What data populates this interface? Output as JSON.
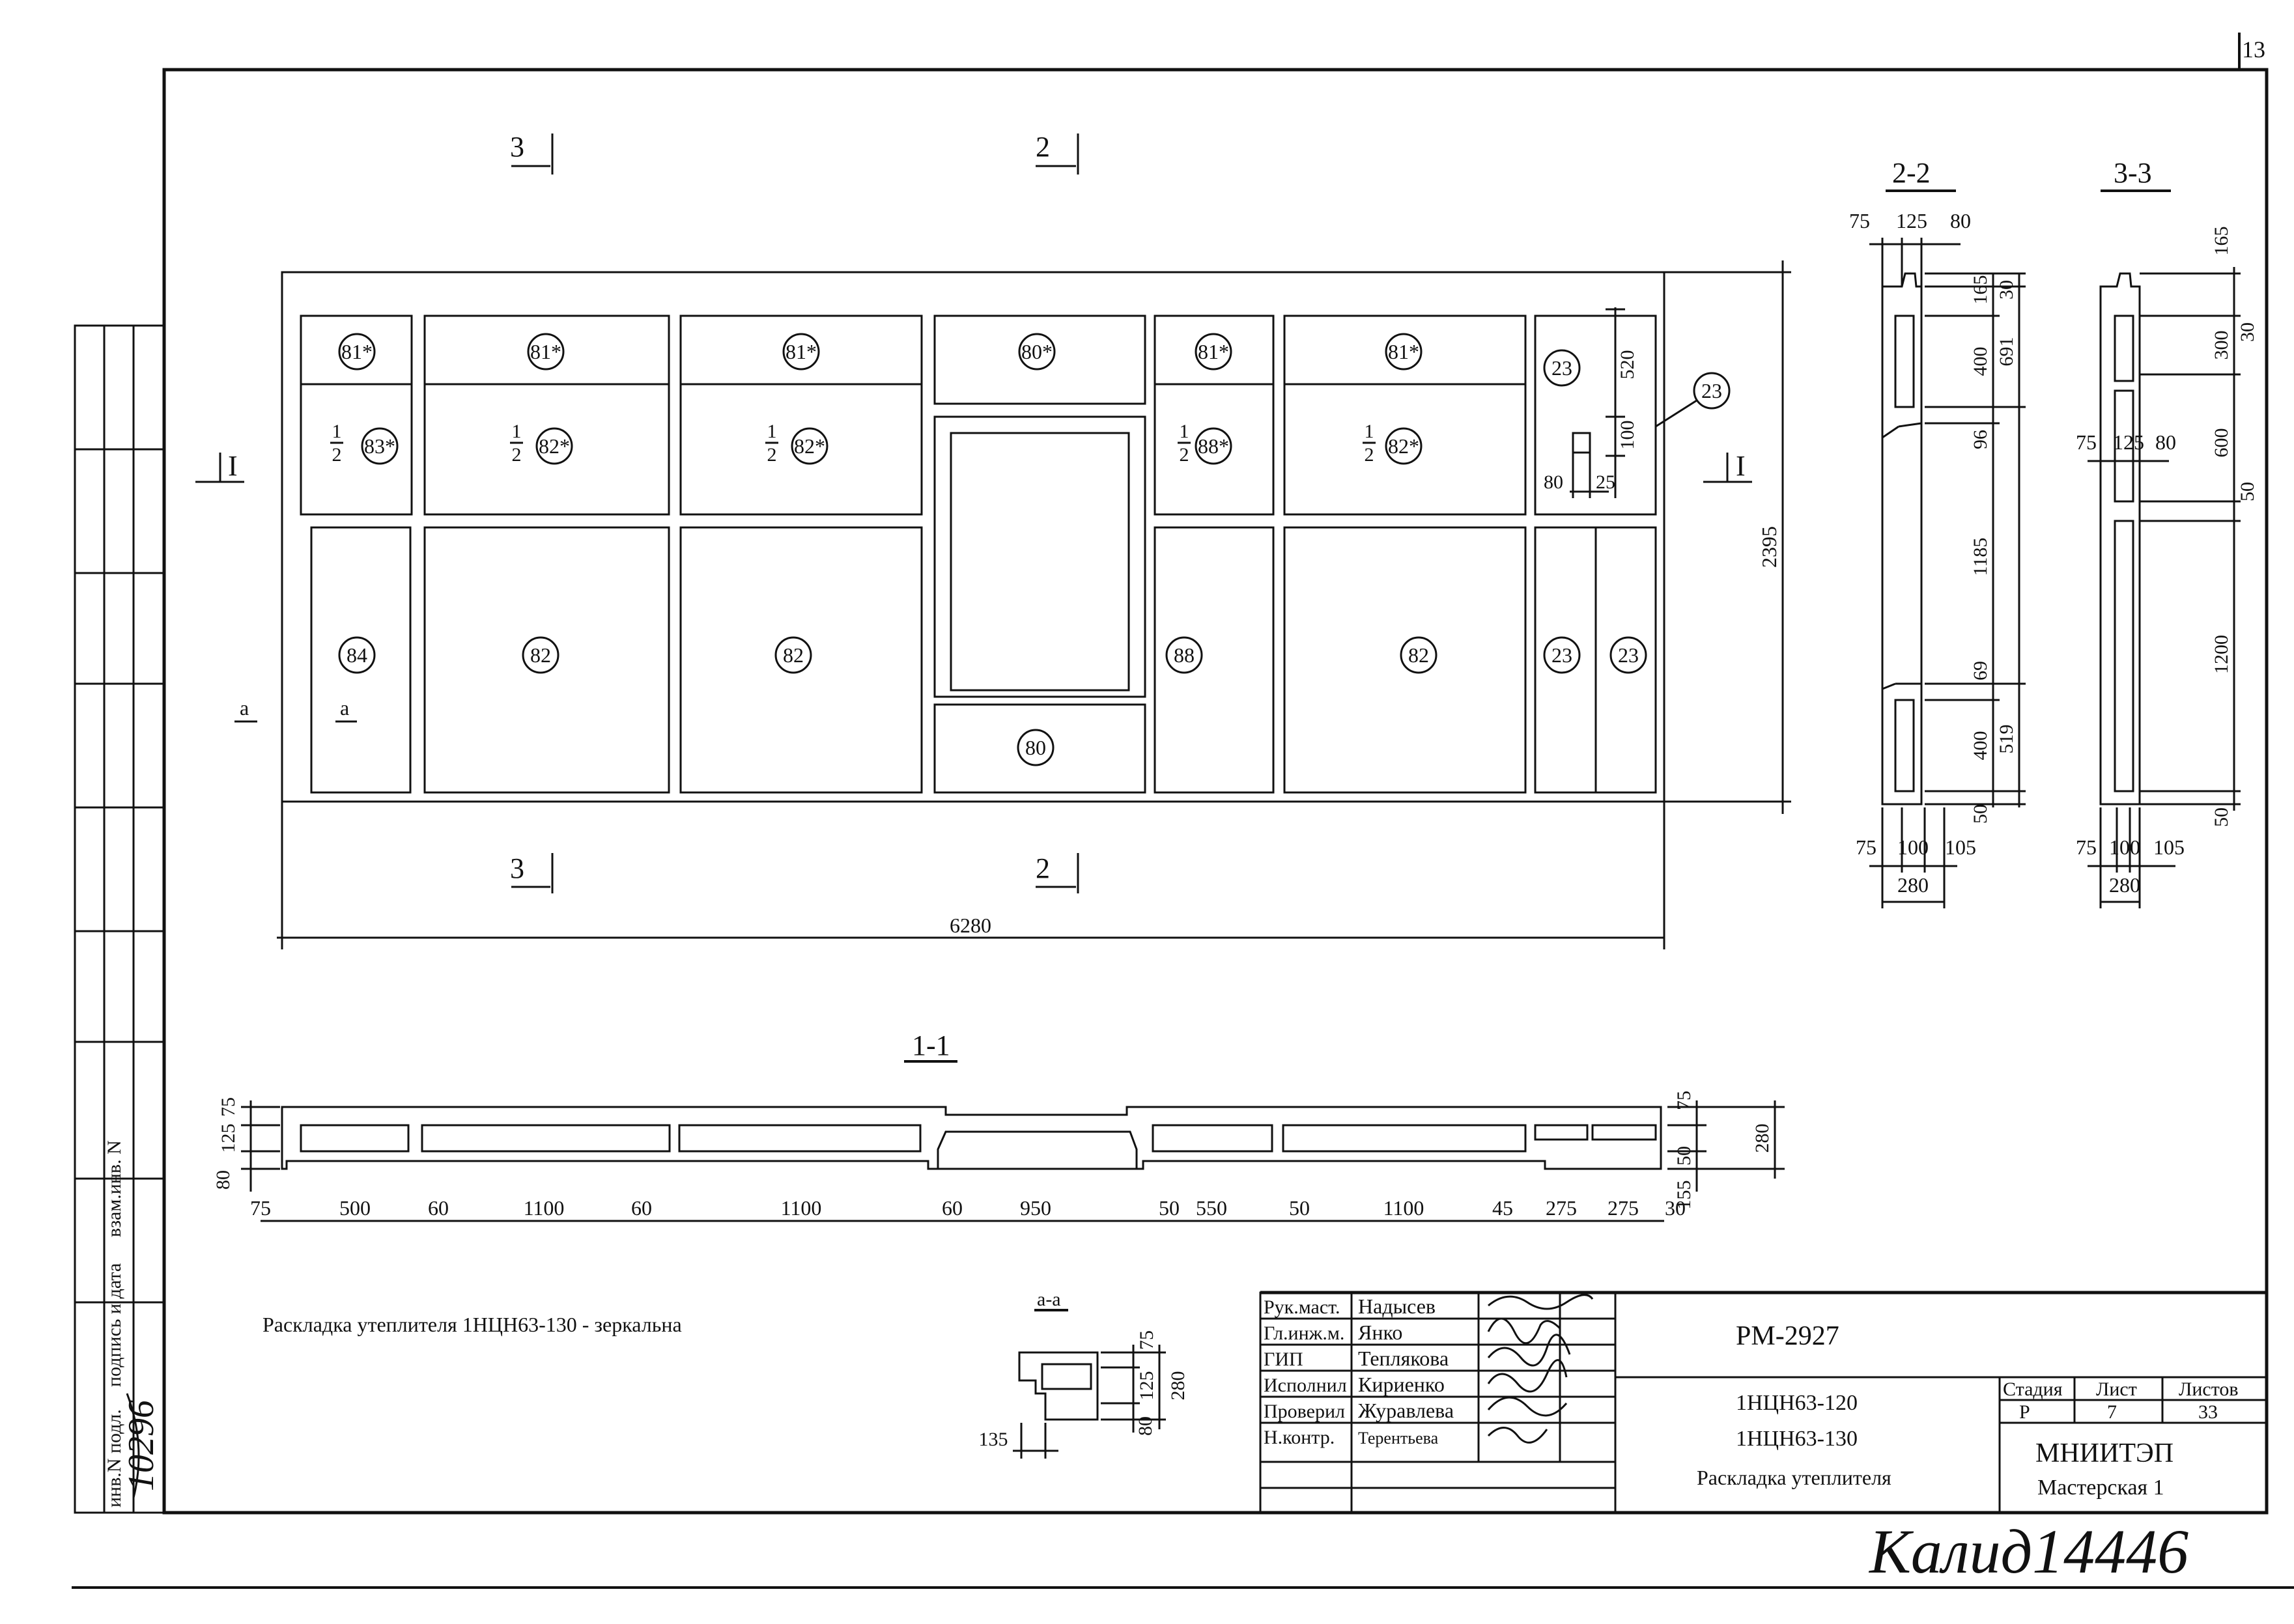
{
  "sheet_number_corner": "13",
  "cut_markers": {
    "top_left": "3",
    "top_mid": "2",
    "bottom_left": "3",
    "bottom_mid": "2",
    "left": "I",
    "right": "I",
    "a_left": "а",
    "a_inner": "а"
  },
  "panel": {
    "overall_width": "6280",
    "overall_height": "2395",
    "tags": {
      "t1": "81*",
      "t2": "81*",
      "t3": "81*",
      "t4": "80*",
      "t5": "81*",
      "t6": "81*",
      "t7": "23",
      "t8": "23",
      "h1": "83*",
      "h2": "82*",
      "h3": "82*",
      "h4": "88*",
      "h5": "82*",
      "b1": "84",
      "b2": "82",
      "b3": "82",
      "b4": "80",
      "b5": "88",
      "b6": "82",
      "b7": "23",
      "b8": "23"
    },
    "half_num": "1",
    "half_den": "2",
    "right_column_dims": {
      "d520": "520",
      "d100": "100",
      "d80": "80",
      "d25": "25"
    }
  },
  "section_1_1": {
    "title": "1-1",
    "left_dims": {
      "d75": "75",
      "d125": "125",
      "d80": "80"
    },
    "right_dims": {
      "d75": "75",
      "d50": "50",
      "d155": "155",
      "d280": "280"
    },
    "bottom_dims": [
      "75",
      "500",
      "60",
      "1100",
      "60",
      "1100",
      "60",
      "950",
      "50",
      "550",
      "50",
      "1100",
      "45",
      "275",
      "275",
      "30"
    ]
  },
  "section_2_2": {
    "title": "2-2",
    "top_dims": [
      "75",
      "125",
      "80"
    ],
    "vertical_inner": [
      "165",
      "400",
      "96",
      "1185",
      "69",
      "400",
      "50"
    ],
    "vertical_outer": [
      "30",
      "691",
      "519"
    ],
    "bottom_dims": [
      "75",
      "100",
      "105"
    ],
    "bottom_total": "280"
  },
  "section_3_3": {
    "title": "3-3",
    "right_dims": [
      "165",
      "30",
      "300",
      "600",
      "50",
      "1200",
      "50"
    ],
    "mid_dims": [
      "75",
      "125",
      "80"
    ],
    "bottom_dims": [
      "75",
      "100",
      "105"
    ],
    "bottom_total": "280"
  },
  "section_a_a": {
    "title": "а-а",
    "dims": {
      "d75": "75",
      "d125": "125",
      "d80": "80",
      "d280": "280",
      "d135": "135"
    }
  },
  "note": "Раскладка утеплителя 1НЦН63-130 - зеркальна",
  "left_strip": {
    "inv_podl": "инв.N подл.",
    "podpis": "подпись и дата",
    "vzam": "взам.инв. N",
    "inv_number_hand": "10296"
  },
  "title_block": {
    "roles": [
      "Рук.маст.",
      "Гл.инж.м.",
      "ГИП",
      "Исполнил",
      "Проверил",
      "Н.контр."
    ],
    "names": [
      "Надысев",
      "Янко",
      "Теплякова",
      "Кириенко",
      "Журавлева",
      "Терентьева"
    ],
    "code": "РМ-2927",
    "product1": "1НЦН63-120",
    "product2": "1НЦН63-130",
    "description": "Раскладка утеплителя",
    "stage_label": "Стадия",
    "sheet_label": "Лист",
    "sheets_label": "Листов",
    "stage": "Р",
    "sheet": "7",
    "sheets": "33",
    "org": "МНИИТЭП",
    "dept": "Мастерская 1"
  },
  "bottom_handwriting": "Калид14446"
}
